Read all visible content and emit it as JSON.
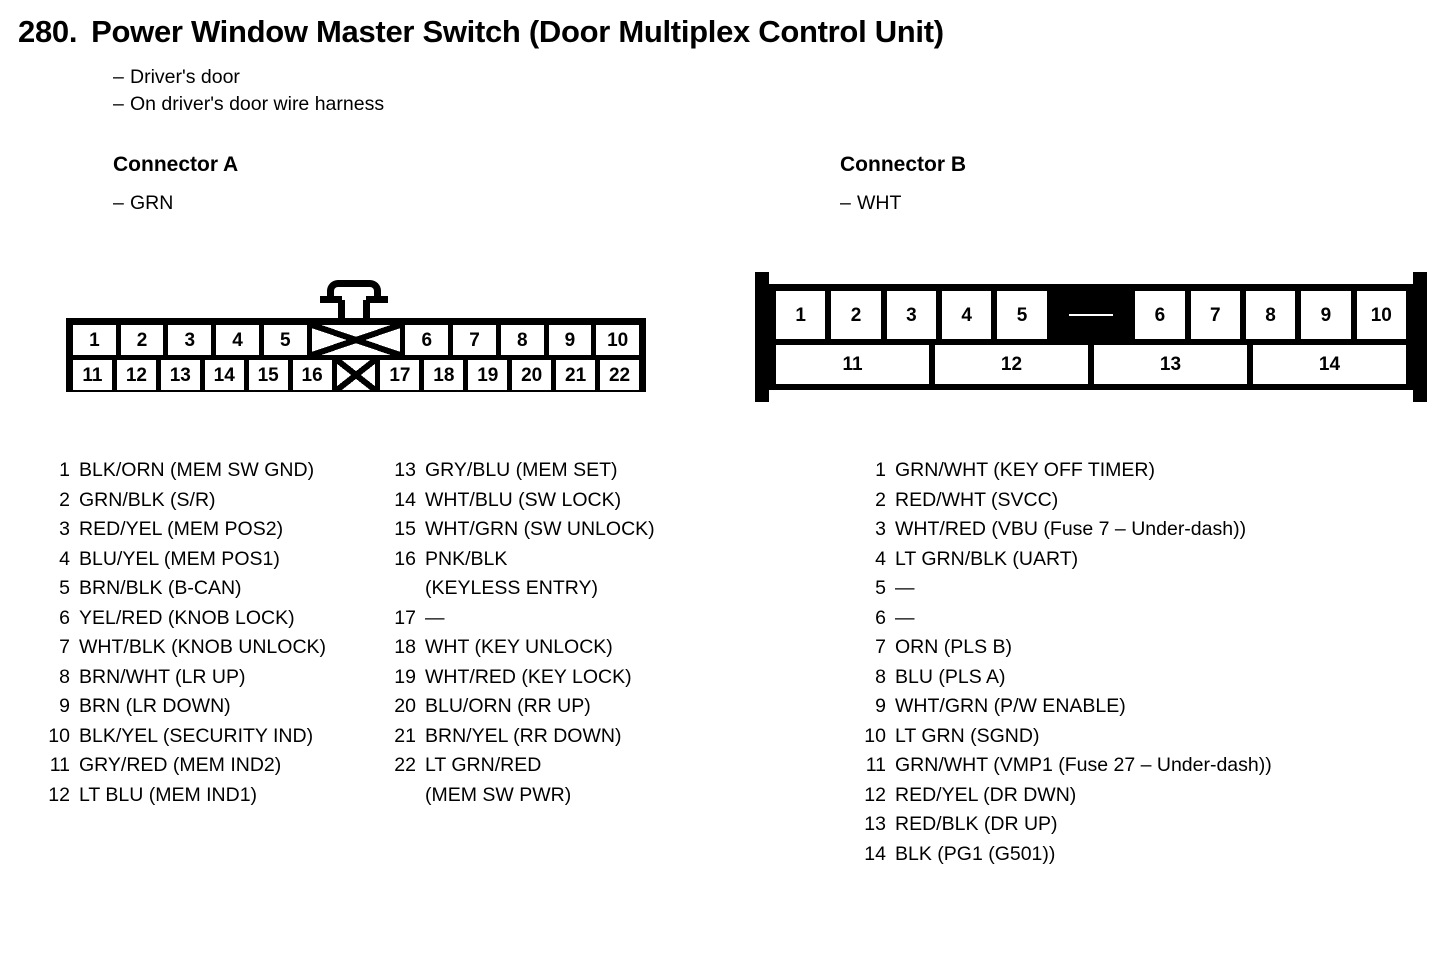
{
  "heading": {
    "number": "280.",
    "title": "Power Window Master Switch (Door Multiplex Control Unit)",
    "bullets": [
      "Driver's door",
      "On driver's door wire harness"
    ]
  },
  "connectors": [
    {
      "id": "A",
      "header": "Connector A",
      "color": "GRN",
      "diagram": {
        "type": "two-row-connector-with-latch",
        "top_row": [
          "1",
          "2",
          "3",
          "4",
          "5",
          "",
          "6",
          "7",
          "8",
          "9",
          "10"
        ],
        "bottom_row": [
          "11",
          "12",
          "13",
          "14",
          "15",
          "16",
          "",
          "17",
          "18",
          "19",
          "20",
          "21",
          "22"
        ],
        "blank_cells_marked_with_x": true
      }
    },
    {
      "id": "B",
      "header": "Connector B",
      "color": "WHT",
      "diagram": {
        "type": "two-row-connector-with-keyway",
        "top_row": [
          "1",
          "2",
          "3",
          "4",
          "5",
          "",
          "6",
          "7",
          "8",
          "9",
          "10"
        ],
        "bottom_row": [
          "11",
          "12",
          "13",
          "14"
        ]
      }
    }
  ],
  "connector_a_pins_col1": [
    {
      "num": "1",
      "desc": "BLK/ORN (MEM SW GND)"
    },
    {
      "num": "2",
      "desc": "GRN/BLK (S/R)"
    },
    {
      "num": "3",
      "desc": "RED/YEL (MEM POS2)"
    },
    {
      "num": "4",
      "desc": "BLU/YEL (MEM POS1)"
    },
    {
      "num": "5",
      "desc": "BRN/BLK (B-CAN)"
    },
    {
      "num": "6",
      "desc": "YEL/RED (KNOB LOCK)"
    },
    {
      "num": "7",
      "desc": "WHT/BLK (KNOB UNLOCK)"
    },
    {
      "num": "8",
      "desc": "BRN/WHT (LR UP)"
    },
    {
      "num": "9",
      "desc": "BRN (LR DOWN)"
    },
    {
      "num": "10",
      "desc": "BLK/YEL (SECURITY IND)"
    },
    {
      "num": "11",
      "desc": "GRY/RED (MEM IND2)"
    },
    {
      "num": "12",
      "desc": "LT BLU (MEM IND1)"
    }
  ],
  "connector_a_pins_col2": [
    {
      "num": "13",
      "desc": "GRY/BLU (MEM SET)"
    },
    {
      "num": "14",
      "desc": "WHT/BLU (SW LOCK)"
    },
    {
      "num": "15",
      "desc": "WHT/GRN (SW UNLOCK)"
    },
    {
      "num": "16",
      "desc": "PNK/BLK",
      "cont": "(KEYLESS ENTRY)"
    },
    {
      "num": "17",
      "desc": "—"
    },
    {
      "num": "18",
      "desc": "WHT (KEY UNLOCK)"
    },
    {
      "num": "19",
      "desc": "WHT/RED (KEY LOCK)"
    },
    {
      "num": "20",
      "desc": "BLU/ORN (RR UP)"
    },
    {
      "num": "21",
      "desc": "BRN/YEL (RR DOWN)"
    },
    {
      "num": "22",
      "desc": "LT GRN/RED",
      "cont": "(MEM SW PWR)"
    }
  ],
  "connector_b_pins": [
    {
      "num": "1",
      "desc": "GRN/WHT (KEY OFF TIMER)"
    },
    {
      "num": "2",
      "desc": "RED/WHT (SVCC)"
    },
    {
      "num": "3",
      "desc": "WHT/RED (VBU (Fuse 7 – Under-dash))"
    },
    {
      "num": "4",
      "desc": "LT GRN/BLK (UART)"
    },
    {
      "num": "5",
      "desc": "—"
    },
    {
      "num": "6",
      "desc": "—"
    },
    {
      "num": "7",
      "desc": "ORN (PLS B)"
    },
    {
      "num": "8",
      "desc": "BLU (PLS A)"
    },
    {
      "num": "9",
      "desc": "WHT/GRN (P/W ENABLE)"
    },
    {
      "num": "10",
      "desc": "LT GRN (SGND)"
    },
    {
      "num": "11",
      "desc": "GRN/WHT (VMP1 (Fuse 27 – Under-dash))"
    },
    {
      "num": "12",
      "desc": "RED/YEL (DR DWN)"
    },
    {
      "num": "13",
      "desc": "RED/BLK (DR UP)"
    },
    {
      "num": "14",
      "desc": "BLK (PG1 (G501))"
    }
  ],
  "symbols": {
    "dash": "–"
  }
}
